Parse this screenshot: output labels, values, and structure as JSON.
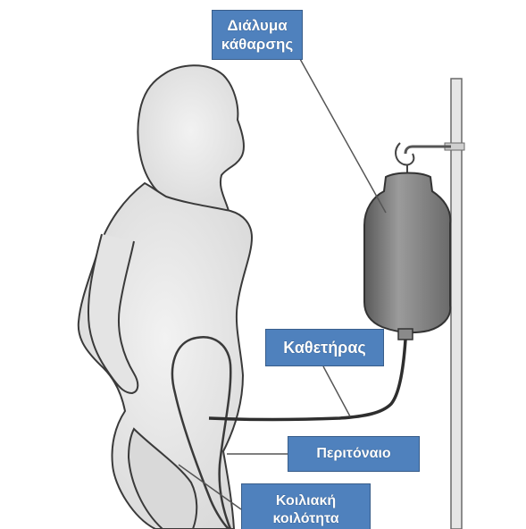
{
  "labels": {
    "solution_line1": "Διάλυμα",
    "solution_line2": "κάθαρσης",
    "catheter": "Καθετήρας",
    "peritoneum": "Περιτόναιο",
    "cavity_line1": "Κοιλιακή",
    "cavity_line2": "κοιλότητα"
  },
  "colors": {
    "label_fill": "#4f81bd",
    "label_border": "#385d8a",
    "label_text": "#ffffff",
    "sketch_line": "#3a3a3a"
  },
  "icons": [
    "person-figure",
    "iv-pole-icon",
    "dialysis-bag-icon"
  ]
}
